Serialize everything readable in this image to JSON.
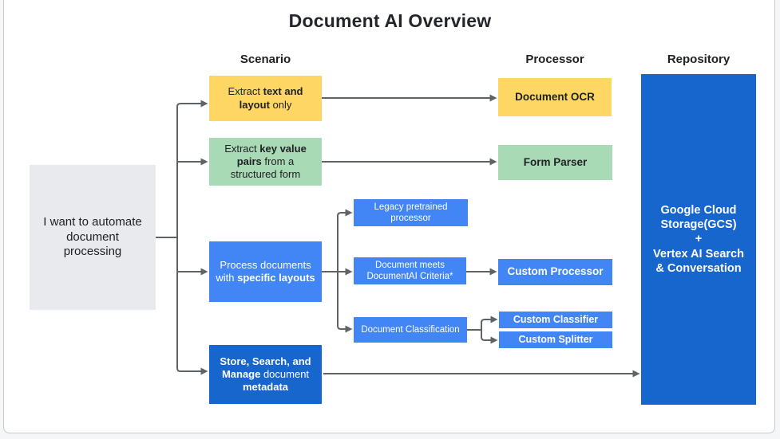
{
  "title": "Document AI Overview",
  "columns": {
    "scenario": "Scenario",
    "processor": "Processor",
    "repository": "Repository"
  },
  "start_box": "I want to automate document processing",
  "scenarios": {
    "extract_text": {
      "segments": [
        {
          "text": "Extract "
        },
        {
          "text": "text and layout",
          "bold": true
        },
        {
          "text": " only"
        }
      ]
    },
    "extract_key_value": {
      "segments": [
        {
          "text": "Extract "
        },
        {
          "text": "key value pairs",
          "bold": true
        },
        {
          "text": " from a structured form"
        }
      ]
    },
    "specific_layouts": {
      "segments": [
        {
          "text": "Process documents with "
        },
        {
          "text": "specific layouts",
          "bold": true
        }
      ]
    },
    "store_search_manage": {
      "segments": [
        {
          "text": "Store, Search, and Manage",
          "bold": true
        },
        {
          "text": " document "
        },
        {
          "text": "metadata",
          "bold": true
        }
      ]
    }
  },
  "branches": {
    "legacy": "Legacy pretrained processor",
    "criteria": "Document meets DocumentAI Criteria*",
    "classification": "Document Classification"
  },
  "processors": {
    "document_ocr": "Document OCR",
    "form_parser": "Form Parser",
    "custom_processor": "Custom Processor",
    "custom_classifier": "Custom Classifier",
    "custom_splitter": "Custom Splitter"
  },
  "repository": {
    "lines": [
      "Google Cloud Storage(GCS)",
      "+",
      "Vertex AI Search & Conversation"
    ]
  },
  "colors": {
    "yellow": "#FDD663",
    "green": "#A8DAB5",
    "blue": "#4285F4",
    "dark_blue": "#1766CE",
    "gray": "#E8EAED",
    "arrow": "#5F6368",
    "text_dark": "#202124"
  }
}
